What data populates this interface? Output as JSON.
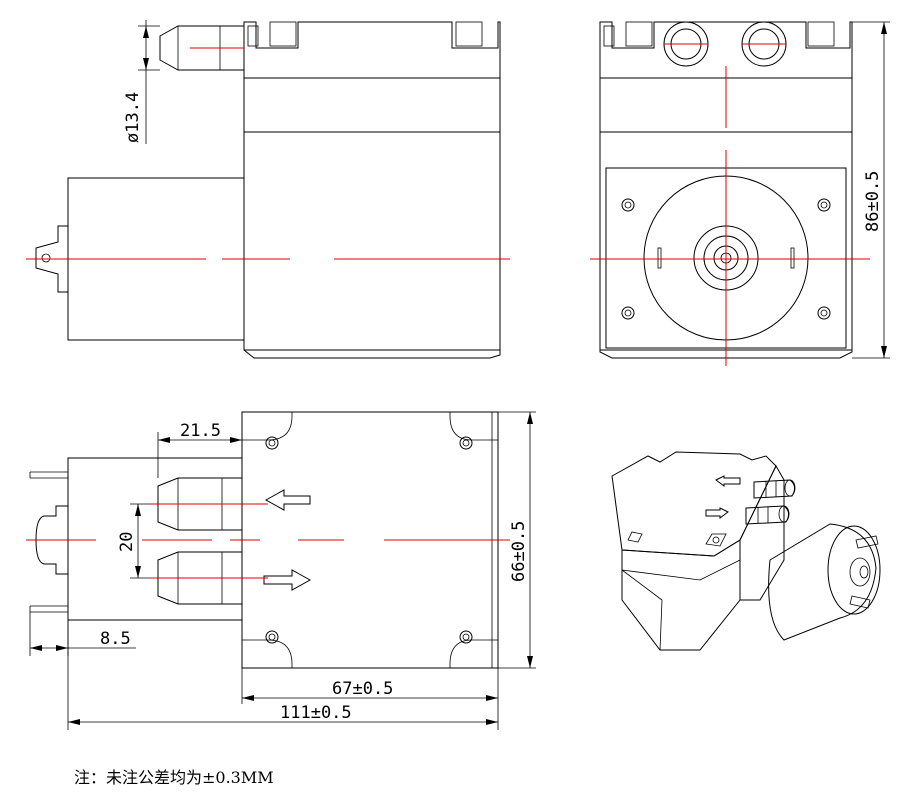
{
  "dimensions": {
    "port_diameter": "ø13.4",
    "height": "86±0.5",
    "port_offset": "21.5",
    "port_spacing": "20",
    "width": "66±0.5",
    "terminal_offset": "8.5",
    "body_length": "67±0.5",
    "total_length": "111±0.5"
  },
  "note": "注：未注公差均为±0.3MM",
  "colors": {
    "centerline": "#e00000",
    "line": "#000000",
    "background": "#ffffff"
  }
}
